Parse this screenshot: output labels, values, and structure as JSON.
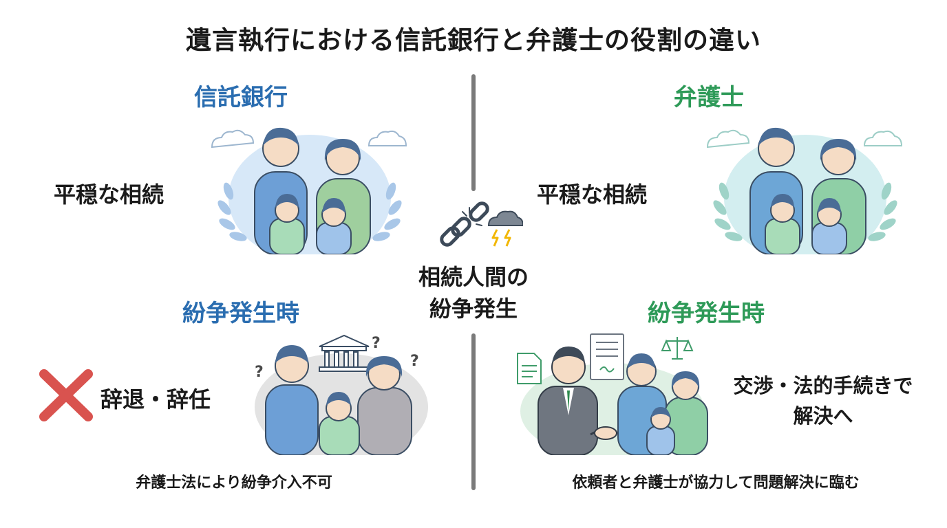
{
  "title": "遺言執行における信託銀行と弁護士の役割の違い",
  "bank": {
    "heading": "信託銀行",
    "peaceful_label": "平穏な相続",
    "dispute_heading": "紛争発生時",
    "dispute_result": "辞退・辞任",
    "dispute_caption": "弁護士法により紛争介入不可"
  },
  "lawyer": {
    "heading": "弁護士",
    "peaceful_label": "平穏な相続",
    "dispute_heading": "紛争発生時",
    "dispute_result_line1": "交渉・法的手続きで",
    "dispute_result_line2": "解決へ",
    "dispute_caption": "依頼者と弁護士が協力して問題解決に臨む"
  },
  "center": {
    "line1": "相続人間の",
    "line2": "紛争発生"
  },
  "colors": {
    "bank_blue": "#2a6db0",
    "lawyer_green": "#2e9a58",
    "cross_red": "#d9534f",
    "divider": "#7a7a7a"
  }
}
